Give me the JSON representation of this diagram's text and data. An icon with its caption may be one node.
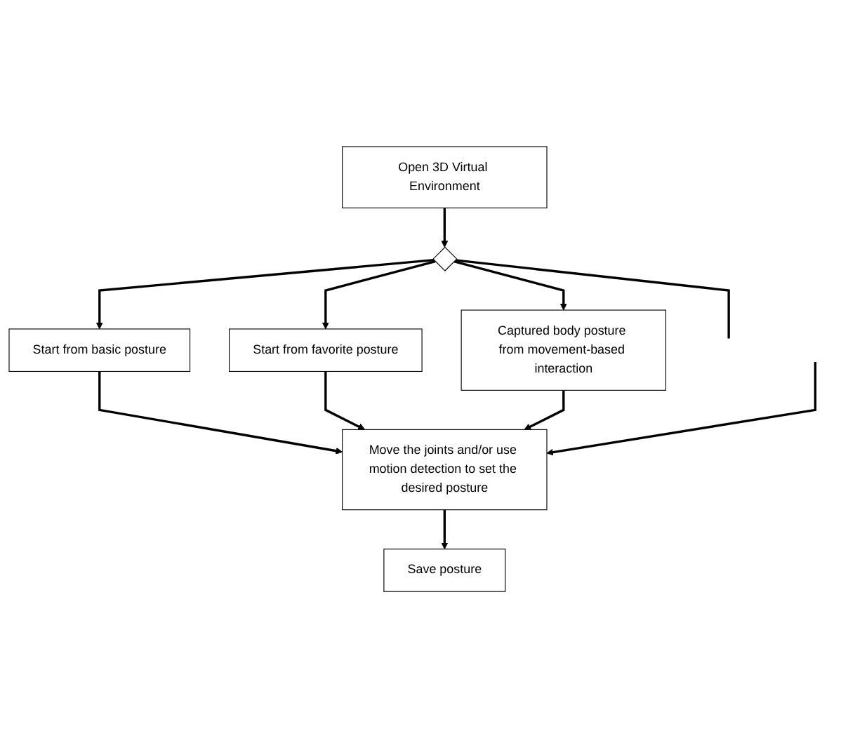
{
  "diagram": {
    "nodes": [
      {
        "text": [
          "Open 3D Virtual Environment"
        ]
      },
      {
        "text": [],
        "shape": "diamond"
      },
      {
        "text": [
          "Start from basic posture"
        ]
      },
      {
        "text": [
          "Start from favorite posture"
        ]
      },
      {
        "text": [
          "Captured body posture from movement-based interaction"
        ]
      },
      {
        "text": [
          "Move the joints and/or use motion detection to set the desired posture"
        ]
      },
      {
        "text": [
          "Save posture"
        ]
      }
    ],
    "edges": [
      {
        "from": 0,
        "to": 1,
        "arrow": "to"
      },
      {
        "from": 1,
        "to": 2,
        "arrow": "to"
      },
      {
        "from": 1,
        "to": 3,
        "arrow": "to"
      },
      {
        "from": 1,
        "to": 4,
        "arrow": "to"
      },
      {
        "from": 1,
        "to": null,
        "arrow": "none"
      },
      {
        "from": 2,
        "to": 5,
        "arrow": "to"
      },
      {
        "from": 3,
        "to": 5,
        "arrow": "to"
      },
      {
        "from": 4,
        "to": 5,
        "arrow": "to"
      },
      {
        "from": null,
        "to": 5,
        "arrow": "to"
      },
      {
        "from": 5,
        "to": 6,
        "arrow": "to"
      }
    ]
  }
}
